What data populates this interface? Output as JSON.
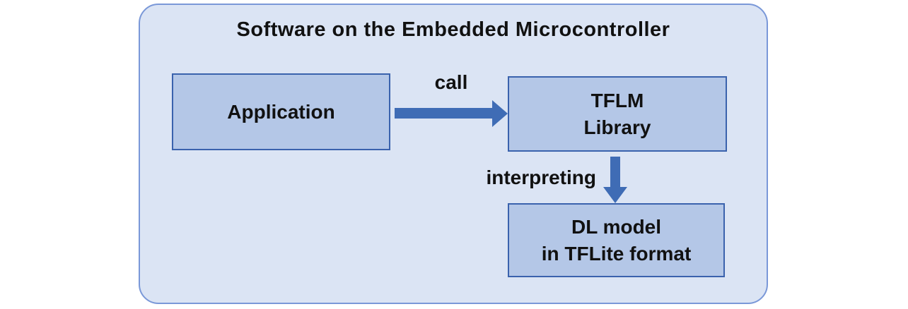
{
  "diagram": {
    "title": "Software on the Embedded Microcontroller",
    "nodes": {
      "application": {
        "label": "Application"
      },
      "tflm_library": {
        "line1": "TFLM",
        "line2": "Library"
      },
      "dl_model": {
        "line1": "DL model",
        "line2": "in TFLite format"
      }
    },
    "edges": {
      "call": {
        "label": "call",
        "from": "Application",
        "to": "TFLM Library",
        "direction": "right"
      },
      "interpreting": {
        "label": "interpreting",
        "from": "TFLM Library",
        "to": "DL model in TFLite format",
        "direction": "down"
      }
    },
    "colors": {
      "page_bg": "#ffffff",
      "container_fill": "#dbe4f4",
      "container_border": "#7a98d8",
      "node_fill": "#b4c7e7",
      "node_border": "#3a62ad",
      "arrow_fill": "#3f6cb5",
      "text_color": "#111111"
    }
  }
}
